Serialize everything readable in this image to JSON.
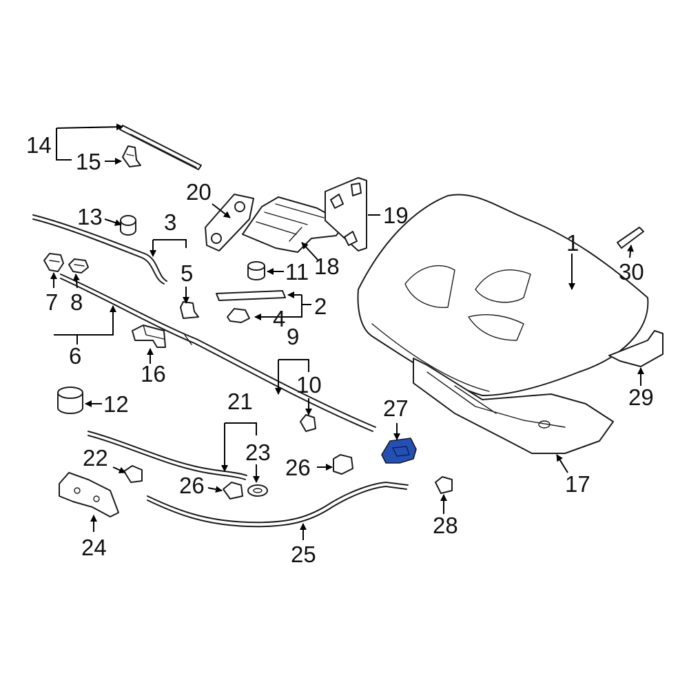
{
  "diagram": {
    "highlight_color": "#2450b4",
    "line_color": "#1a1a1a",
    "callouts": {
      "c1": "1",
      "c2": "2",
      "c3": "3",
      "c4": "4",
      "c5": "5",
      "c6": "6",
      "c7": "7",
      "c8": "8",
      "c9": "9",
      "c10": "10",
      "c11": "11",
      "c12": "12",
      "c13": "13",
      "c14": "14",
      "c15": "15",
      "c16": "16",
      "c17": "17",
      "c18": "18",
      "c19": "19",
      "c20": "20",
      "c21": "21",
      "c22": "22",
      "c23": "23",
      "c24": "24",
      "c25": "25",
      "c26a": "26",
      "c26b": "26",
      "c27": "27",
      "c28": "28",
      "c29": "29",
      "c30": "30"
    },
    "highlighted_part": "27"
  }
}
